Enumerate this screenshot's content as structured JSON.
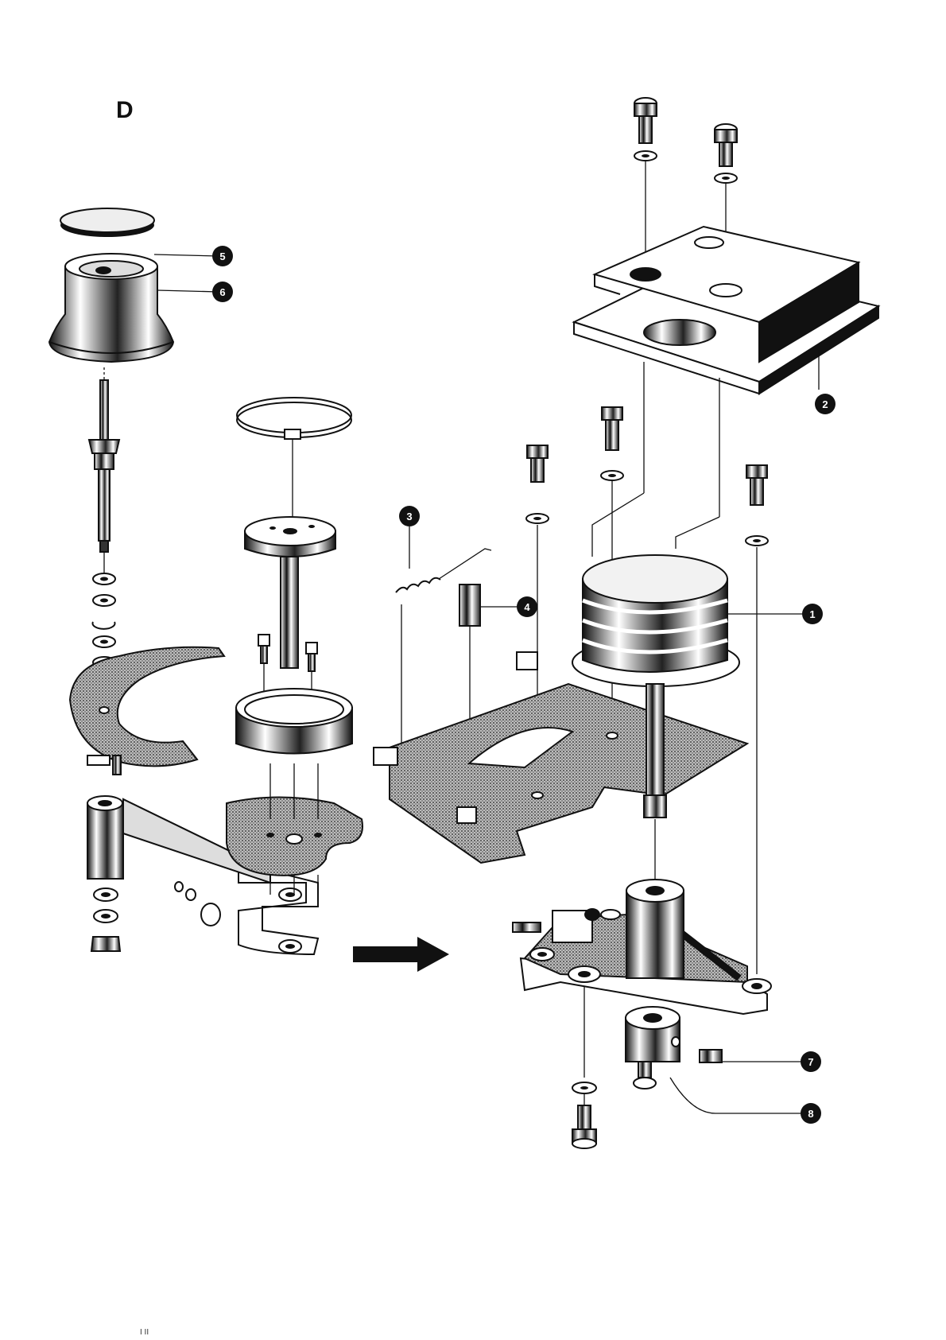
{
  "page": {
    "section_letter": "D",
    "footer_mark": "I  II"
  },
  "colors": {
    "ink": "#111111",
    "paper": "#ffffff",
    "stipple": "#7a7a7a",
    "light_fill": "#f2f2f2"
  },
  "callouts": [
    {
      "id": "1",
      "label": "1"
    },
    {
      "id": "2",
      "label": "2"
    },
    {
      "id": "3",
      "label": "3"
    },
    {
      "id": "4",
      "label": "4"
    },
    {
      "id": "5",
      "label": "5"
    },
    {
      "id": "6",
      "label": "6"
    },
    {
      "id": "7",
      "label": "7"
    },
    {
      "id": "8",
      "label": "8"
    }
  ],
  "icons": {
    "direction_arrow": "arrow-right-icon",
    "screw": "screw-icon",
    "washer": "washer-icon"
  }
}
